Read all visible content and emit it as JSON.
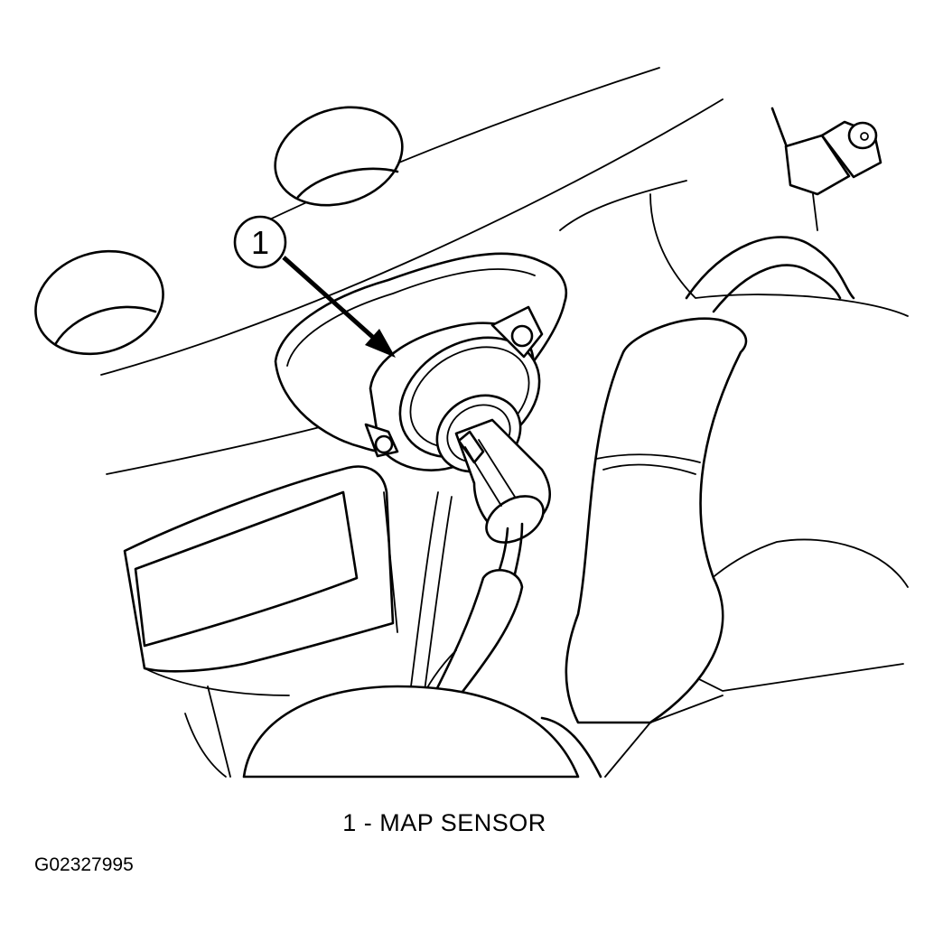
{
  "diagram": {
    "callout": {
      "number": "1",
      "target": "map-sensor"
    },
    "caption": "1 - MAP SENSOR",
    "figure_id": "G02327995"
  }
}
